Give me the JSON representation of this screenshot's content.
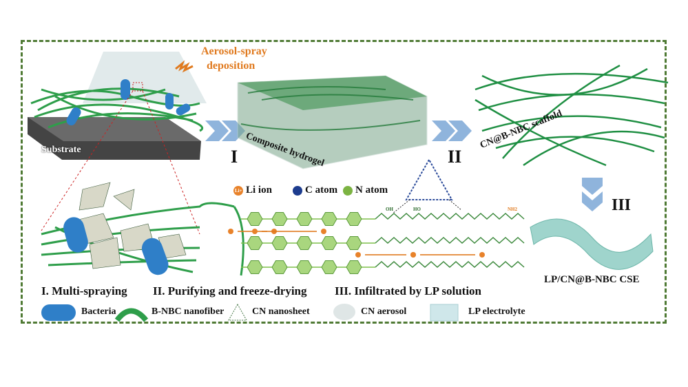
{
  "top": {
    "aerosol_label_line1": "Aerosol-spray",
    "aerosol_label_line2": "deposition",
    "substrate_label": "Substrate",
    "composite_label": "Composite hydrogel",
    "scaffold_label": "CN@B-NBC scaffold",
    "step_I": "I",
    "step_II": "II",
    "step_III": "III"
  },
  "atoms_legend": {
    "li_badge": "Li+",
    "li": "Li ion",
    "c": "C atom",
    "n": "N atom"
  },
  "molecule_labels": {
    "oh": "OH",
    "ho": "HO",
    "nh2": "NH2"
  },
  "product_label": "LP/CN@B-NBC CSE",
  "steps_caption": {
    "s1": "I. Multi-spraying",
    "s2": "II. Purifying and freeze-drying",
    "s3": "III. Infiltrated by LP solution"
  },
  "legend": [
    {
      "label": "Bacteria"
    },
    {
      "label": "B-NBC nanofiber"
    },
    {
      "label": "CN nanosheet"
    },
    {
      "label": "CN aerosol"
    },
    {
      "label": "LP electrolyte"
    }
  ],
  "colors": {
    "frame": "#4f7a34",
    "fiber": "#2e9e4a",
    "bacteria": "#2f7fc8",
    "arrow": "#8fb4dc",
    "orange": "#e07a1f",
    "hex": "#7fbf4a"
  }
}
